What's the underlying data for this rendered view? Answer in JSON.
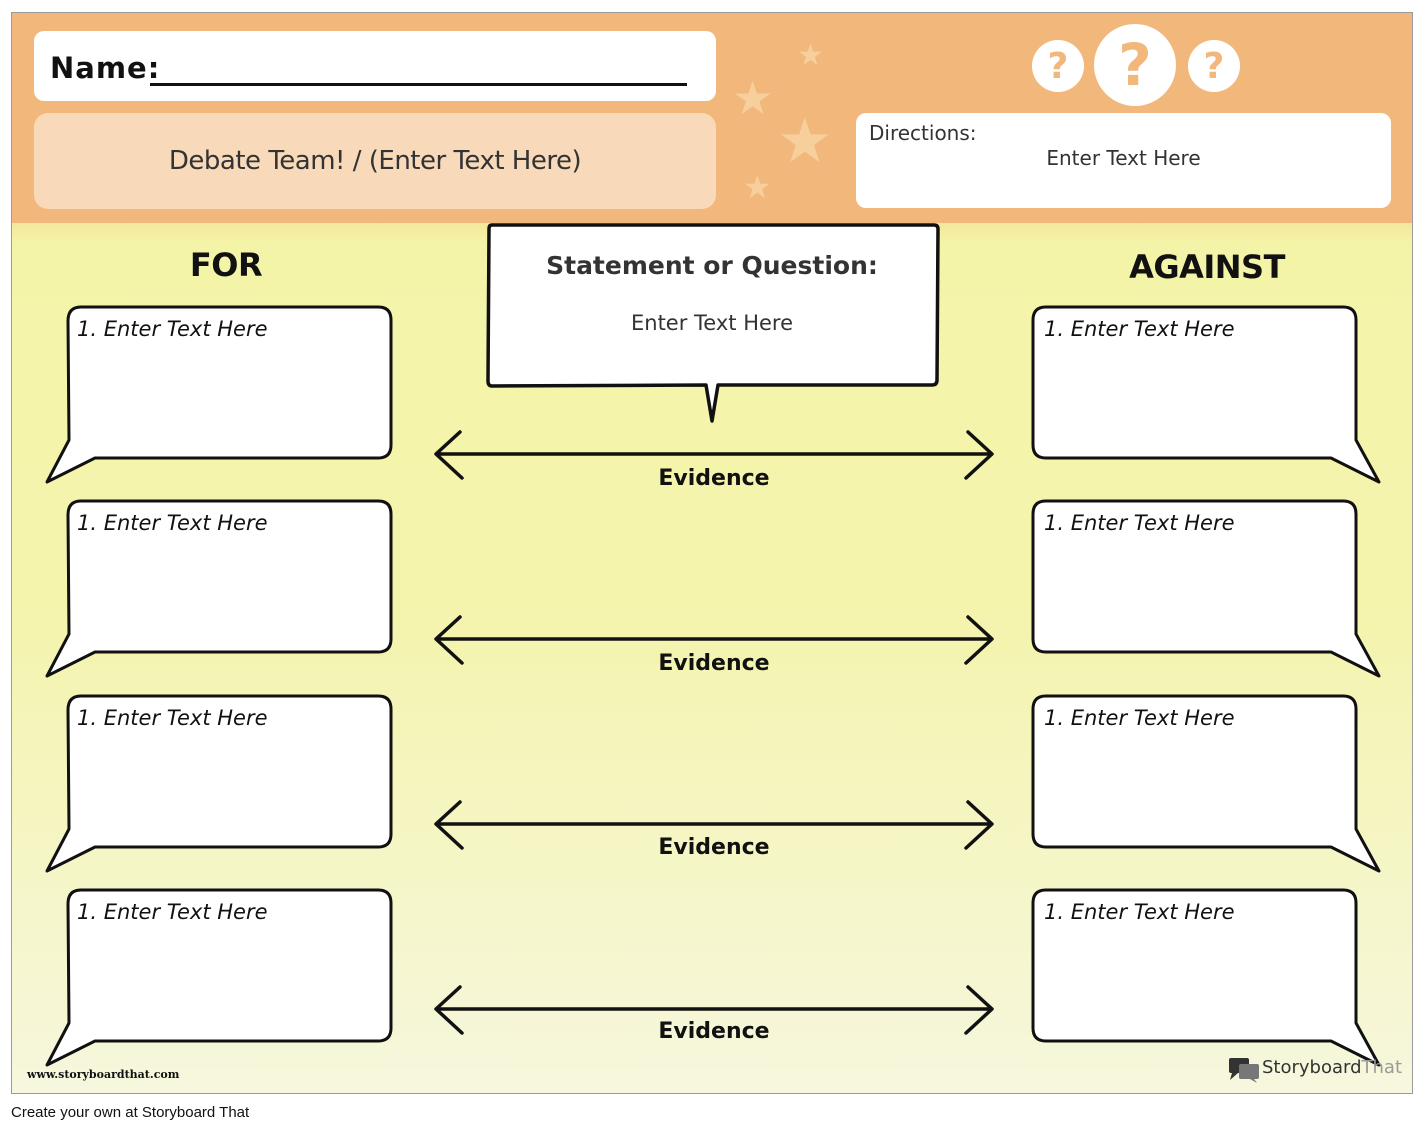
{
  "header": {
    "name_label": "Name:",
    "title": "Debate Team! / (Enter Text Here)",
    "question_mark": "?",
    "star_glyph": "★",
    "directions": {
      "label": "Directions:",
      "text": "Enter Text Here"
    }
  },
  "columns": {
    "for_title": "FOR",
    "against_title": "AGAINST"
  },
  "statement": {
    "title": "Statement or Question:",
    "text": "Enter Text Here"
  },
  "for_items": [
    {
      "label": "1. Enter Text Here"
    },
    {
      "label": "1. Enter Text Here"
    },
    {
      "label": "1. Enter Text Here"
    },
    {
      "label": "1. Enter Text Here"
    }
  ],
  "against_items": [
    {
      "label": "1. Enter Text Here"
    },
    {
      "label": "1. Enter Text Here"
    },
    {
      "label": "1. Enter Text Here"
    },
    {
      "label": "1. Enter Text Here"
    }
  ],
  "evidence_label": "Evidence",
  "branding": {
    "url": "www.storyboardthat.com",
    "logo_dark": "Storyboard",
    "logo_light": "That",
    "footer": "Create your own at Storyboard That"
  },
  "colors": {
    "header_orange": "#f2b77b",
    "title_box": "#f8d9b9",
    "body_yellow": "#f4f4a6"
  }
}
